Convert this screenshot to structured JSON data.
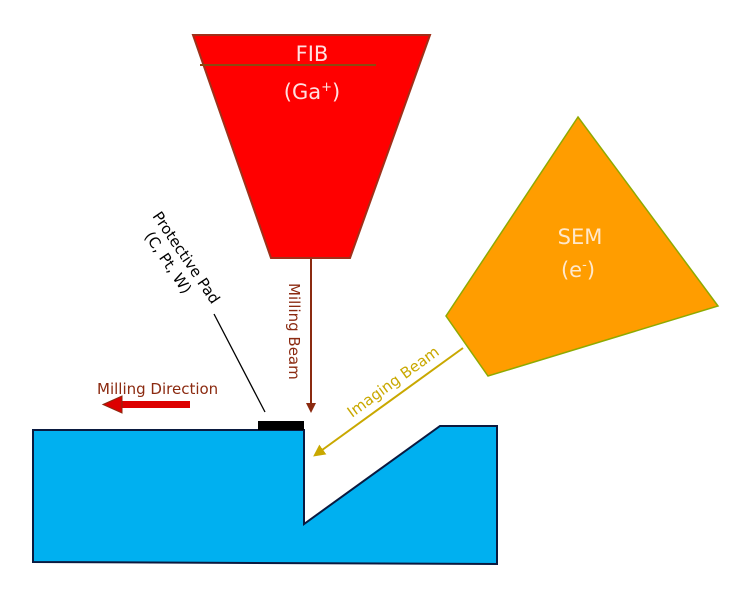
{
  "diagram": {
    "fib": {
      "title": "FIB",
      "ion_label": "(Ga",
      "ion_sup": "+",
      "ion_close": ")",
      "fill": "#ff0000",
      "stroke": "#a0301a",
      "text_color": "#ffe0e0"
    },
    "sem": {
      "title": "SEM",
      "electron_label": "(e",
      "electron_sup": "-",
      "electron_close": ")",
      "fill": "#ff9d00",
      "stroke": "#8faa00",
      "text_color": "#ffe8cc"
    },
    "milling_beam": {
      "label": "Milling Beam",
      "color": "#8b2a10"
    },
    "imaging_beam": {
      "label": "Imaging Beam",
      "color": "#c9a800"
    },
    "milling_direction": {
      "label": "Milling Direction",
      "text_color": "#8b2a10",
      "arrow_color": "#dd0000"
    },
    "protective_pad": {
      "label_line1": "Protective Pad",
      "label_line2": "(C, Pt, W)",
      "pad_color": "#000000"
    },
    "sample": {
      "fill": "#00b0f0",
      "stroke": "#0a1a40"
    }
  }
}
